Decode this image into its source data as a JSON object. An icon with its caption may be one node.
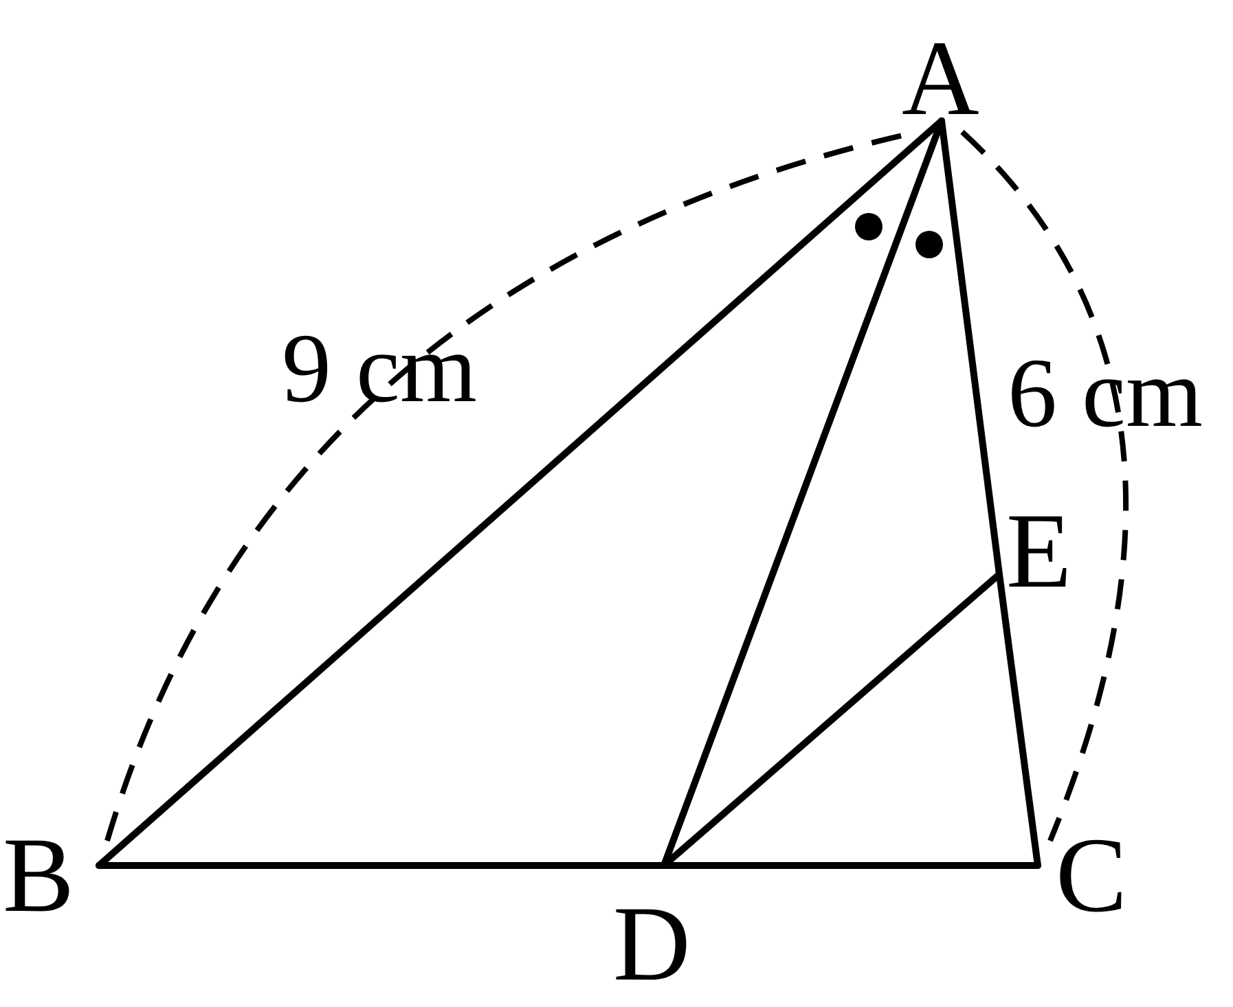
{
  "diagram": {
    "nodes": [
      {
        "text": [
          "A"
        ]
      },
      {
        "text": [
          "B"
        ]
      },
      {
        "text": [
          "C"
        ]
      },
      {
        "text": [
          "D"
        ]
      },
      {
        "text": [
          "E"
        ]
      }
    ],
    "edges": [
      {
        "from": 0,
        "to": 1,
        "arrow": "none"
      },
      {
        "from": 0,
        "to": 3,
        "arrow": "none"
      },
      {
        "from": 0,
        "to": 4,
        "arrow": "none"
      },
      {
        "from": 4,
        "to": 2,
        "arrow": "none"
      },
      {
        "from": 1,
        "to": 3,
        "arrow": "none"
      },
      {
        "from": 3,
        "to": 2,
        "arrow": "none"
      },
      {
        "from": 3,
        "to": 4,
        "arrow": "none"
      }
    ],
    "labels": [
      "9 cm",
      "6 cm"
    ]
  }
}
